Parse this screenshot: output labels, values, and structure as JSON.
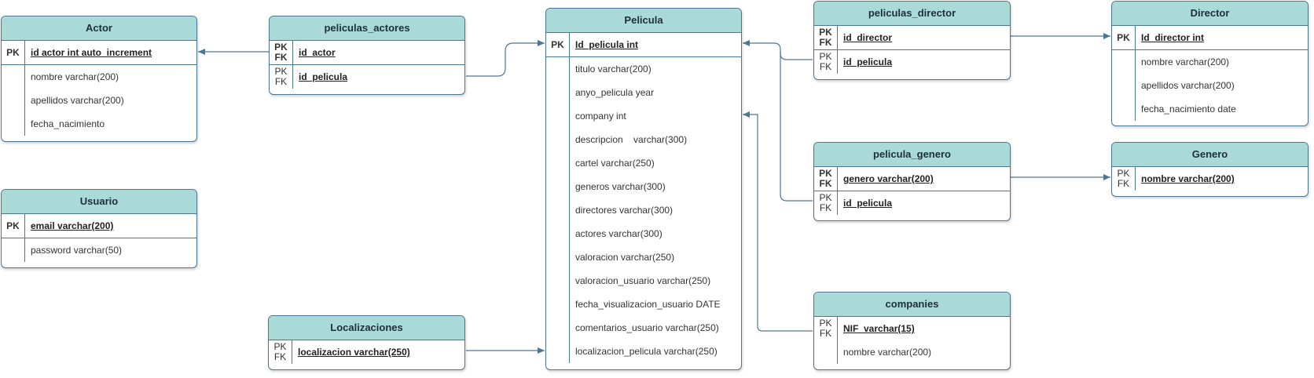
{
  "diagram": {
    "entities": {
      "actor": {
        "title": "Actor",
        "rows": [
          {
            "key": "PK",
            "text": "id actor int auto_increment"
          },
          {
            "key": "",
            "text": "nombre varchar(200)"
          },
          {
            "key": "",
            "text": "apellidos varchar(200)"
          },
          {
            "key": "",
            "text": "fecha_nacimiento"
          }
        ]
      },
      "usuario": {
        "title": "Usuario",
        "rows": [
          {
            "key": "PK",
            "text": "email varchar(200)"
          },
          {
            "key": "",
            "text": "password varchar(50)"
          }
        ]
      },
      "peliculas_actores": {
        "title": "peliculas_actores",
        "rows": [
          {
            "key1": "PK",
            "key2": "FK",
            "text": "id_actor"
          },
          {
            "key1": "PK",
            "key2": "FK",
            "text": "id_pelicula"
          }
        ]
      },
      "localizaciones": {
        "title": "Localizaciones",
        "rows": [
          {
            "key1": "PK",
            "key2": "FK",
            "text": "localizacion varchar(250)"
          }
        ]
      },
      "pelicula": {
        "title": "Pelicula",
        "rows": [
          {
            "key": "PK",
            "text": "Id_pelicula int"
          },
          {
            "key": "",
            "text": "titulo varchar(200)"
          },
          {
            "key": "",
            "text": "anyo_pelicula year"
          },
          {
            "key": "",
            "text": "company int"
          },
          {
            "key": "",
            "text": "descripcion    varchar(300)"
          },
          {
            "key": "",
            "text": "cartel varchar(250)"
          },
          {
            "key": "",
            "text": "generos varchar(300)"
          },
          {
            "key": "",
            "text": "directores varchar(300)"
          },
          {
            "key": "",
            "text": "actores varchar(300)"
          },
          {
            "key": "",
            "text": "valoracion varchar(250)"
          },
          {
            "key": "",
            "text": "valoracion_usuario varchar(250)"
          },
          {
            "key": "",
            "text": "fecha_visualizacion_usuario DATE"
          },
          {
            "key": "",
            "text": "comentarios_usuario varchar(250)"
          },
          {
            "key": "",
            "text": "localizacion_pelicula varchar(250)"
          }
        ]
      },
      "peliculas_director": {
        "title": "peliculas_director",
        "rows": [
          {
            "key1": "PK",
            "key2": "FK",
            "text": "id_director"
          },
          {
            "key1": "PK",
            "key2": "FK",
            "text": "id_pelicula"
          }
        ]
      },
      "pelicula_genero": {
        "title": "pelicula_genero",
        "rows": [
          {
            "key1": "PK",
            "key2": "FK",
            "text": "genero varchar(200)"
          },
          {
            "key1": "PK",
            "key2": "FK",
            "text": "id_pelicula"
          }
        ]
      },
      "companies": {
        "title": "companies",
        "rows": [
          {
            "key1": "PK",
            "key2": "FK",
            "text": "NIF  varchar(15)"
          },
          {
            "key": "",
            "text": "nombre varchar(200)"
          }
        ]
      },
      "director": {
        "title": "Director",
        "rows": [
          {
            "key": "PK",
            "text": "Id_director int"
          },
          {
            "key": "",
            "text": "nombre varchar(200)"
          },
          {
            "key": "",
            "text": "apellidos varchar(200)"
          },
          {
            "key": "",
            "text": "fecha_nacimiento date"
          }
        ]
      },
      "genero": {
        "title": "Genero",
        "rows": [
          {
            "key1": "PK",
            "key2": "FK",
            "text": "nombre varchar(200)"
          }
        ]
      }
    },
    "colors": {
      "header_fill": "#a9dad8",
      "border": "#4f7691",
      "connector": "#4f7691"
    }
  }
}
